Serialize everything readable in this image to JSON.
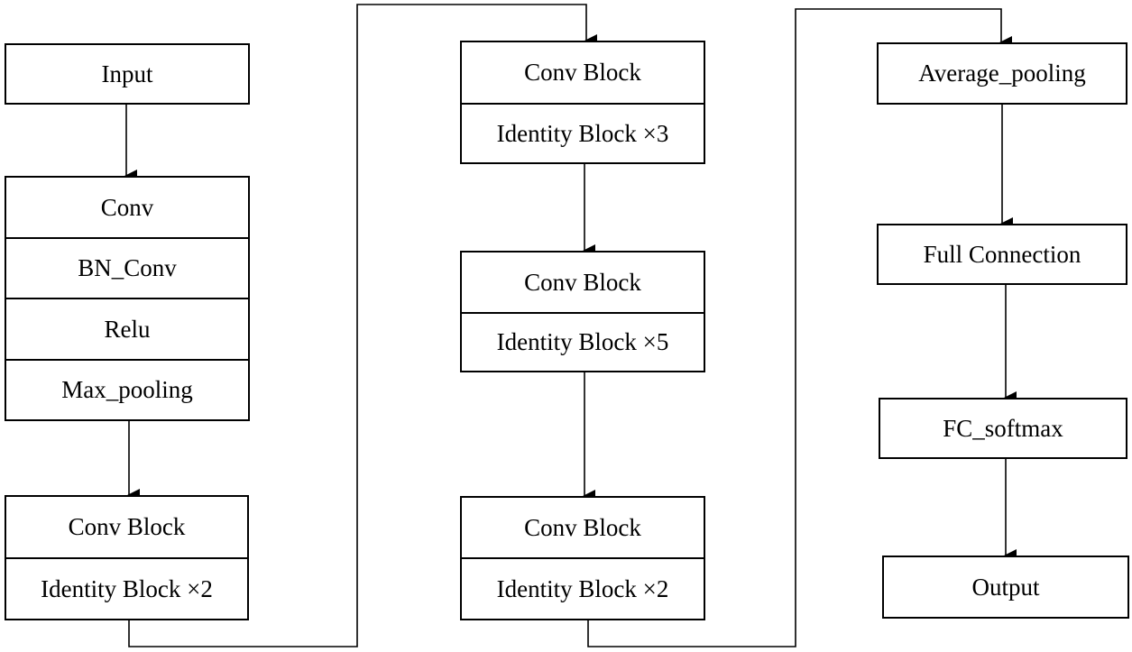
{
  "diagram": {
    "column1": {
      "input": "Input",
      "stem": [
        "Conv",
        "BN_Conv",
        "Relu",
        "Max_pooling"
      ],
      "stage": [
        "Conv Block",
        "Identity Block ×2"
      ]
    },
    "column2": {
      "stage_a": [
        "Conv Block",
        "Identity Block ×3"
      ],
      "stage_b": [
        "Conv Block",
        "Identity Block ×5"
      ],
      "stage_c": [
        "Conv Block",
        "Identity Block ×2"
      ]
    },
    "column3": {
      "pool": "Average_pooling",
      "fc": "Full Connection",
      "softmax": "FC_softmax",
      "output": "Output"
    }
  }
}
